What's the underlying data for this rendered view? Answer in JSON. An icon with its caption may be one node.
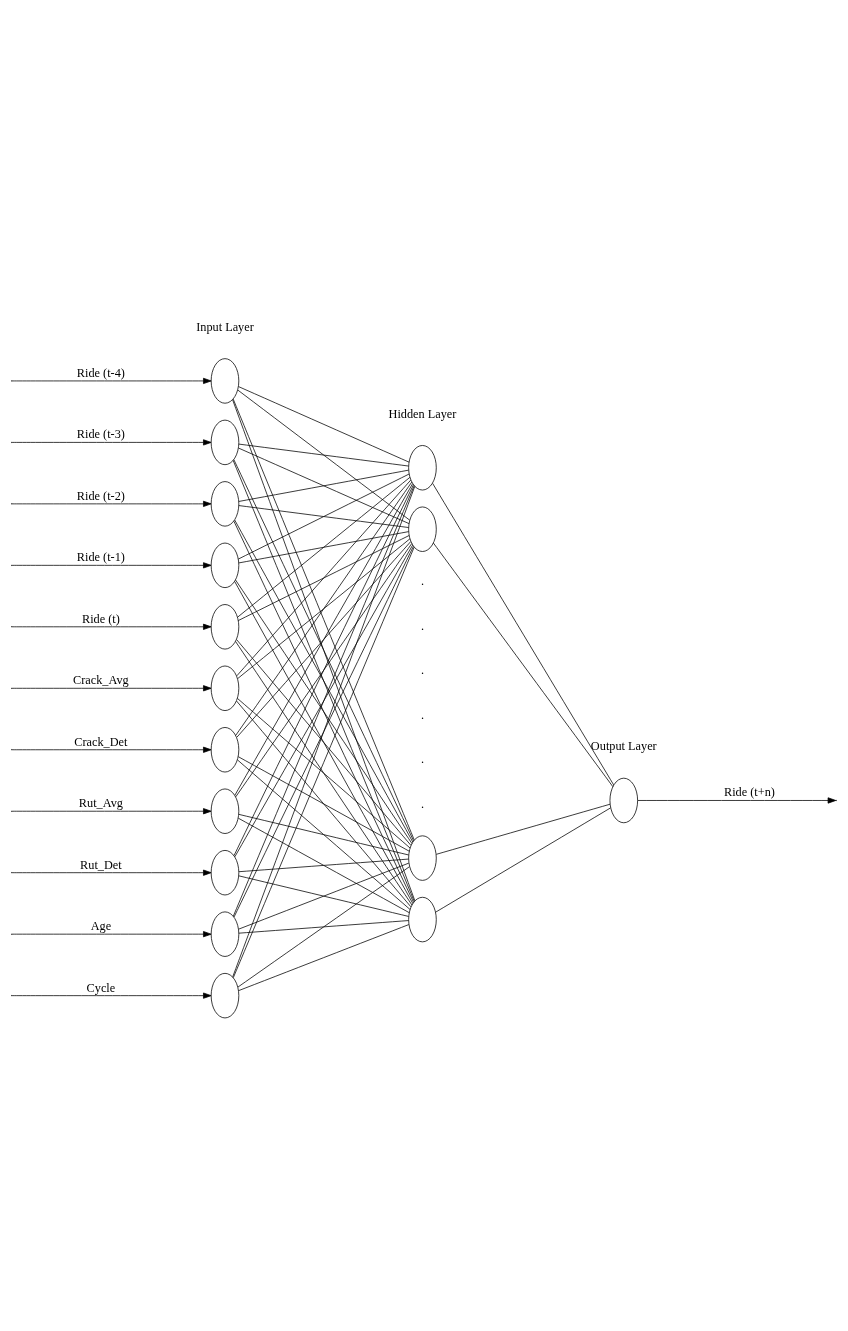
{
  "diagram": {
    "nodes": [
      {
        "text": [],
        "shape": "circle"
      },
      {
        "text": [],
        "shape": "circle"
      },
      {
        "text": [],
        "shape": "circle"
      },
      {
        "text": [],
        "shape": "circle"
      },
      {
        "text": [],
        "shape": "circle"
      },
      {
        "text": [],
        "shape": "circle"
      },
      {
        "text": [],
        "shape": "circle"
      },
      {
        "text": [],
        "shape": "circle"
      },
      {
        "text": [],
        "shape": "circle"
      },
      {
        "text": [],
        "shape": "circle"
      },
      {
        "text": [],
        "shape": "circle"
      },
      {
        "text": [],
        "shape": "circle"
      },
      {
        "text": [],
        "shape": "circle"
      },
      {
        "text": [],
        "shape": "circle"
      },
      {
        "text": [],
        "shape": "circle"
      },
      {
        "text": [],
        "shape": "circle"
      }
    ],
    "edges": [
      {
        "from": null,
        "to": 0,
        "arrow": "to",
        "label": "Ride (t-4)"
      },
      {
        "from": null,
        "to": 1,
        "arrow": "to",
        "label": "Ride (t-3)"
      },
      {
        "from": null,
        "to": 2,
        "arrow": "to",
        "label": "Ride (t-2)"
      },
      {
        "from": null,
        "to": 3,
        "arrow": "to",
        "label": "Ride (t-1)"
      },
      {
        "from": null,
        "to": 4,
        "arrow": "to",
        "label": "Ride (t)"
      },
      {
        "from": null,
        "to": 5,
        "arrow": "to",
        "label": "Crack_Avg"
      },
      {
        "from": null,
        "to": 6,
        "arrow": "to",
        "label": "Crack_Det"
      },
      {
        "from": null,
        "to": 7,
        "arrow": "to",
        "label": "Rut_Avg"
      },
      {
        "from": null,
        "to": 8,
        "arrow": "to",
        "label": "Rut_Det"
      },
      {
        "from": null,
        "to": 9,
        "arrow": "to",
        "label": "Age"
      },
      {
        "from": null,
        "to": 10,
        "arrow": "to",
        "label": "Cycle"
      },
      {
        "from": 0,
        "to": 11,
        "arrow": "none"
      },
      {
        "from": 0,
        "to": 12,
        "arrow": "none"
      },
      {
        "from": 0,
        "to": 13,
        "arrow": "none"
      },
      {
        "from": 0,
        "to": 14,
        "arrow": "none"
      },
      {
        "from": 1,
        "to": 11,
        "arrow": "none"
      },
      {
        "from": 1,
        "to": 12,
        "arrow": "none"
      },
      {
        "from": 1,
        "to": 13,
        "arrow": "none"
      },
      {
        "from": 1,
        "to": 14,
        "arrow": "none"
      },
      {
        "from": 2,
        "to": 11,
        "arrow": "none"
      },
      {
        "from": 2,
        "to": 12,
        "arrow": "none"
      },
      {
        "from": 2,
        "to": 13,
        "arrow": "none"
      },
      {
        "from": 2,
        "to": 14,
        "arrow": "none"
      },
      {
        "from": 3,
        "to": 11,
        "arrow": "none"
      },
      {
        "from": 3,
        "to": 12,
        "arrow": "none"
      },
      {
        "from": 3,
        "to": 13,
        "arrow": "none"
      },
      {
        "from": 3,
        "to": 14,
        "arrow": "none"
      },
      {
        "from": 4,
        "to": 11,
        "arrow": "none"
      },
      {
        "from": 4,
        "to": 12,
        "arrow": "none"
      },
      {
        "from": 4,
        "to": 13,
        "arrow": "none"
      },
      {
        "from": 4,
        "to": 14,
        "arrow": "none"
      },
      {
        "from": 5,
        "to": 11,
        "arrow": "none"
      },
      {
        "from": 5,
        "to": 12,
        "arrow": "none"
      },
      {
        "from": 5,
        "to": 13,
        "arrow": "none"
      },
      {
        "from": 5,
        "to": 14,
        "arrow": "none"
      },
      {
        "from": 6,
        "to": 11,
        "arrow": "none"
      },
      {
        "from": 6,
        "to": 12,
        "arrow": "none"
      },
      {
        "from": 6,
        "to": 13,
        "arrow": "none"
      },
      {
        "from": 6,
        "to": 14,
        "arrow": "none"
      },
      {
        "from": 7,
        "to": 11,
        "arrow": "none"
      },
      {
        "from": 7,
        "to": 12,
        "arrow": "none"
      },
      {
        "from": 7,
        "to": 13,
        "arrow": "none"
      },
      {
        "from": 7,
        "to": 14,
        "arrow": "none"
      },
      {
        "from": 8,
        "to": 11,
        "arrow": "none"
      },
      {
        "from": 8,
        "to": 12,
        "arrow": "none"
      },
      {
        "from": 8,
        "to": 13,
        "arrow": "none"
      },
      {
        "from": 8,
        "to": 14,
        "arrow": "none"
      },
      {
        "from": 9,
        "to": 11,
        "arrow": "none"
      },
      {
        "from": 9,
        "to": 12,
        "arrow": "none"
      },
      {
        "from": 9,
        "to": 13,
        "arrow": "none"
      },
      {
        "from": 9,
        "to": 14,
        "arrow": "none"
      },
      {
        "from": 10,
        "to": 11,
        "arrow": "none"
      },
      {
        "from": 10,
        "to": 12,
        "arrow": "none"
      },
      {
        "from": 10,
        "to": 13,
        "arrow": "none"
      },
      {
        "from": 10,
        "to": 14,
        "arrow": "none"
      },
      {
        "from": 11,
        "to": 15,
        "arrow": "none"
      },
      {
        "from": 12,
        "to": 15,
        "arrow": "none"
      },
      {
        "from": 13,
        "to": 15,
        "arrow": "none"
      },
      {
        "from": 14,
        "to": 15,
        "arrow": "none"
      },
      {
        "from": 15,
        "to": null,
        "arrow": "to",
        "label": "Ride (t+n)"
      }
    ],
    "labels": [
      "Input Layer",
      "Hidden Layer",
      "Output Layer",
      ".",
      ".",
      ".",
      ".",
      ".",
      "."
    ]
  }
}
